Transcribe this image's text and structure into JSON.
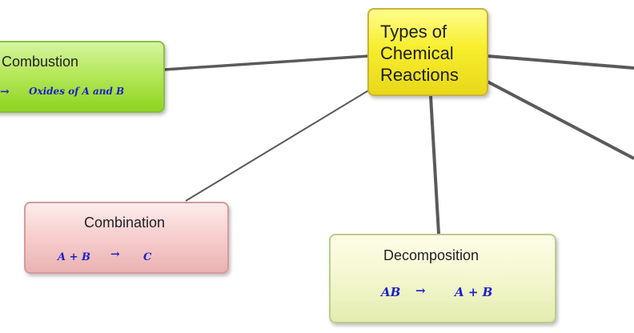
{
  "central": {
    "title": "Types of\nChemical\n Reactions"
  },
  "nodes": {
    "combustion": {
      "title": "Combustion",
      "arrow": "→",
      "product": "Oxides of A  and B"
    },
    "combination": {
      "title": "Combination",
      "reactants": "A  +  B",
      "arrow": "→",
      "product": "C"
    },
    "decomposition": {
      "title": "Decomposition",
      "reactant": "AB",
      "arrow": "→",
      "products": "A + B"
    }
  },
  "colors": {
    "combustion_fill": "#b6e85c",
    "combination_fill": "#f7d0d0",
    "decomposition_fill": "#f3f7cf",
    "central_fill": "#f7ee2e",
    "equation_text": "#1a22c8",
    "connector": "#555555"
  }
}
